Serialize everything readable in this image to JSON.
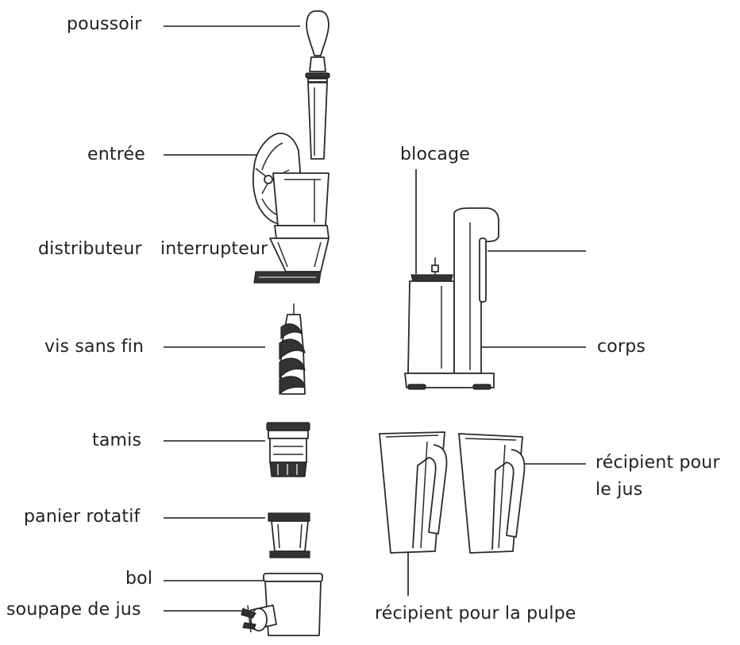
{
  "labels": {
    "poussoir": "poussoir",
    "entree": "entrée",
    "distributeur": "distributeur",
    "interrupteur": "interrupteur",
    "vis_sans_fin": "vis sans fin",
    "tamis": "tamis",
    "panier_rotatif": "panier rotatif",
    "bol": "bol",
    "soupape_de_jus": "soupape de jus",
    "blocage": "blocage",
    "corps": "corps",
    "recipient_jus_line1": "récipient pour",
    "recipient_jus_line2": "le jus",
    "recipient_pulpe": "récipient pour la pulpe"
  },
  "colors": {
    "line": "#1a1a1a",
    "text": "#222222",
    "background": "#ffffff"
  }
}
